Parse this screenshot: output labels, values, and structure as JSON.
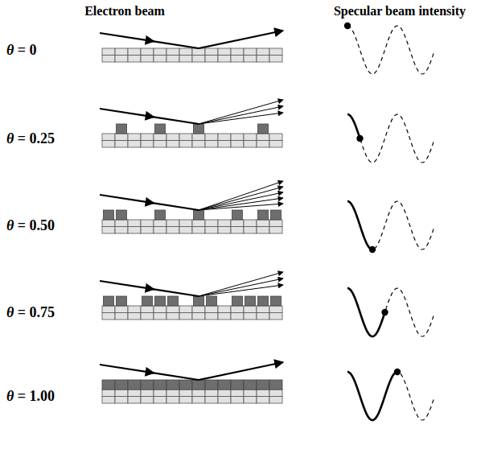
{
  "diagram": {
    "labels": [
      "Electron beam",
      "Specular beam intensity",
      "θ = 0",
      "θ = 0.25",
      "θ = 0.50",
      "θ = 0.75",
      "θ = 1.00"
    ]
  }
}
